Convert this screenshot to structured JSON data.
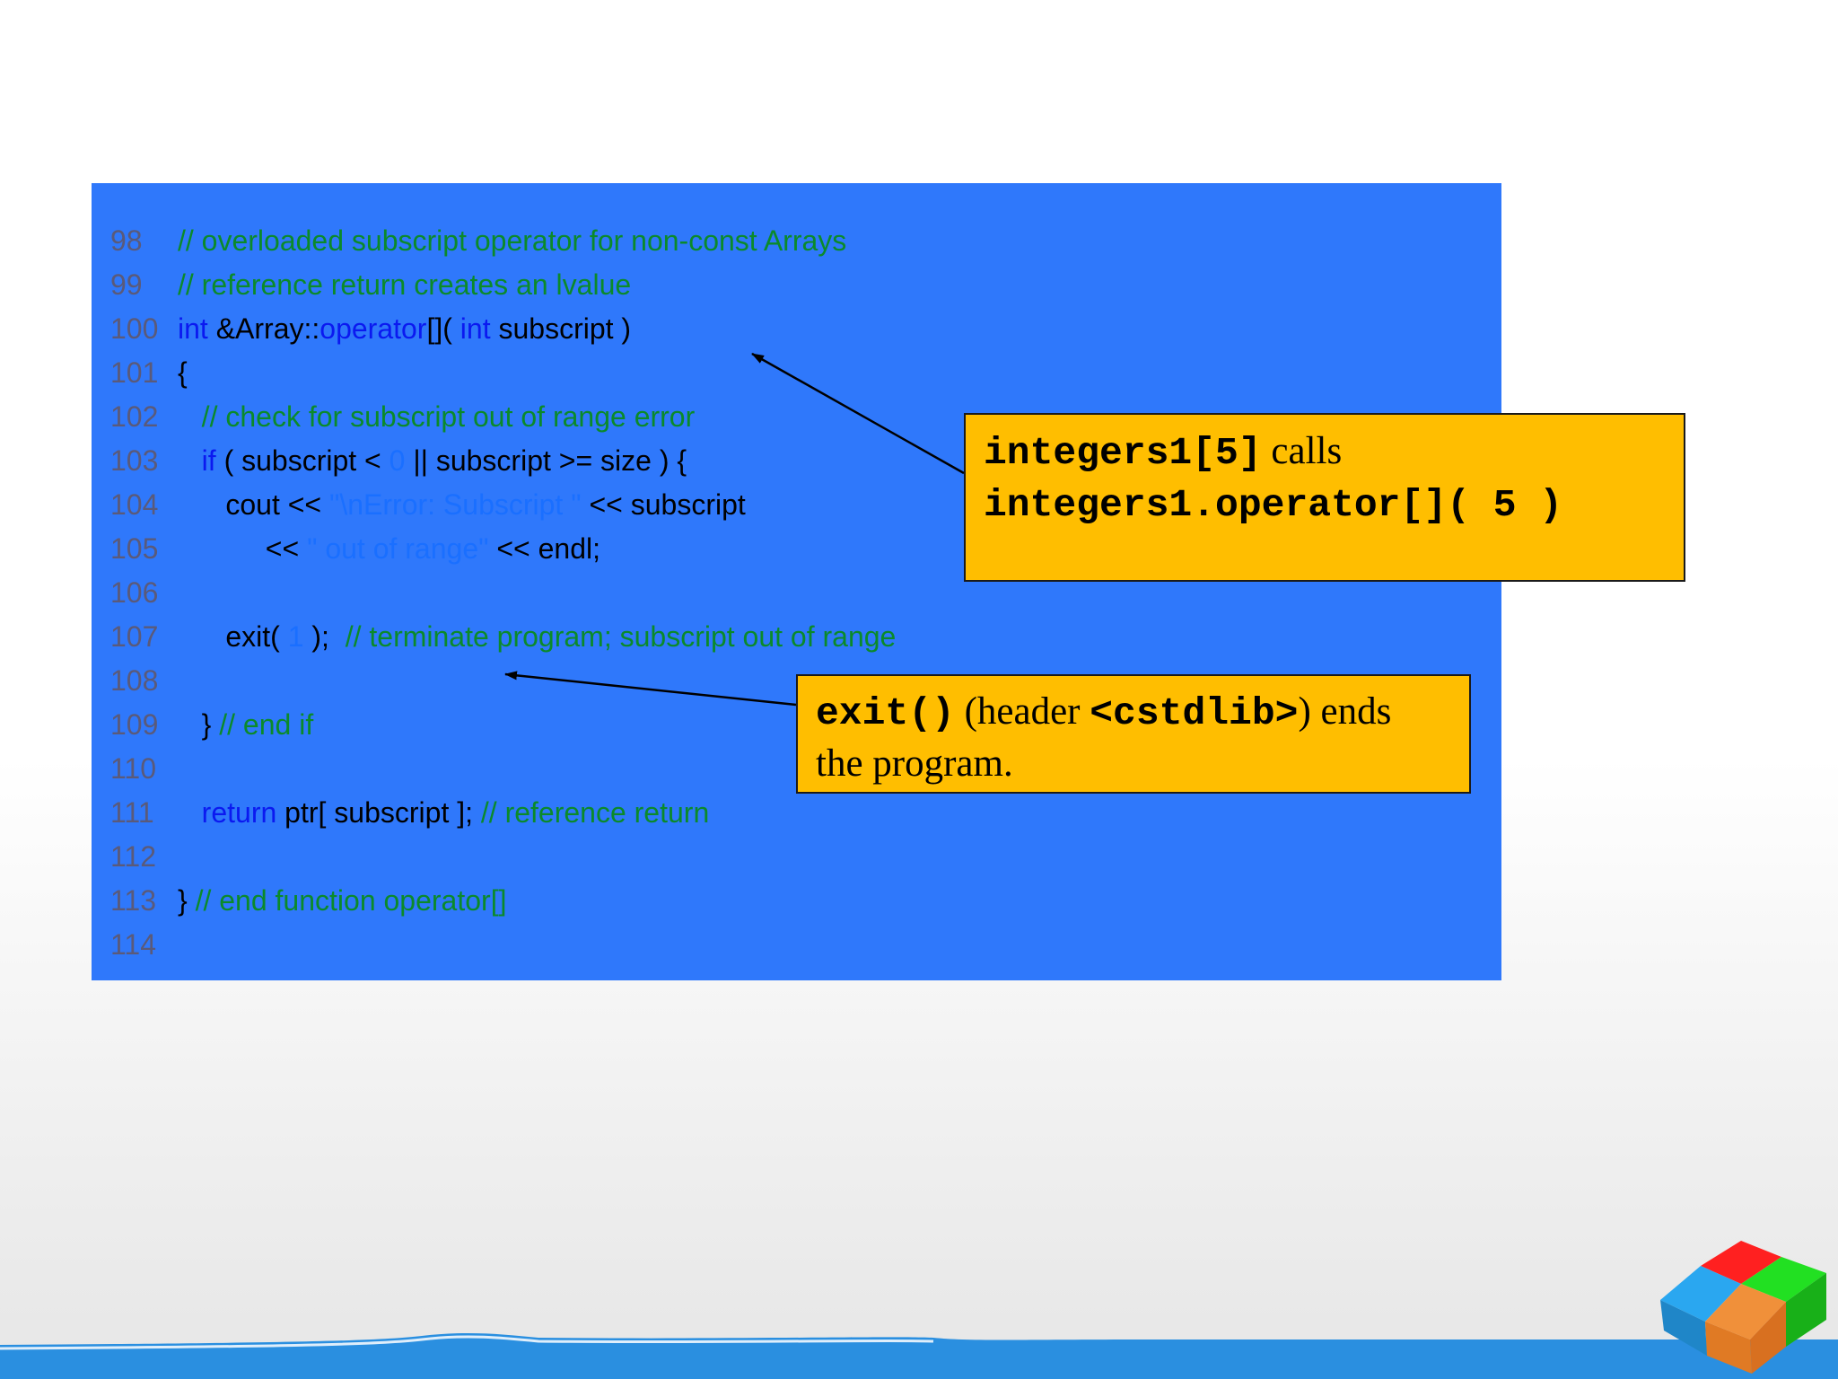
{
  "code": {
    "lines": [
      {
        "num": "98",
        "segments": [
          {
            "t": "// overloaded subscript operator for non-const Arrays",
            "k": "comment"
          }
        ]
      },
      {
        "num": "99",
        "segments": [
          {
            "t": "// reference return creates an lvalue",
            "k": "comment"
          }
        ]
      },
      {
        "num": "100",
        "segments": [
          {
            "t": "int",
            "k": "kw"
          },
          {
            "t": " &Array::",
            "k": "plain"
          },
          {
            "t": "operator",
            "k": "kw"
          },
          {
            "t": "[]( ",
            "k": "plain"
          },
          {
            "t": "int",
            "k": "kw"
          },
          {
            "t": " subscript )",
            "k": "plain"
          }
        ]
      },
      {
        "num": "101",
        "segments": [
          {
            "t": "{",
            "k": "plain"
          }
        ]
      },
      {
        "num": "102",
        "segments": [
          {
            "t": "   // check for subscript out of range error",
            "k": "comment"
          }
        ]
      },
      {
        "num": "103",
        "segments": [
          {
            "t": "   ",
            "k": "plain"
          },
          {
            "t": "if",
            "k": "kw"
          },
          {
            "t": " ( subscript < ",
            "k": "plain"
          },
          {
            "t": "0",
            "k": "num"
          },
          {
            "t": " || subscript >= size ) {",
            "k": "plain"
          }
        ]
      },
      {
        "num": "104",
        "segments": [
          {
            "t": "      cout << ",
            "k": "plain"
          },
          {
            "t": "\"\\nError: Subscript \"",
            "k": "str"
          },
          {
            "t": " << subscript",
            "k": "plain"
          }
        ]
      },
      {
        "num": "105",
        "segments": [
          {
            "t": "           << ",
            "k": "plain"
          },
          {
            "t": "\" out of range\"",
            "k": "str"
          },
          {
            "t": " << endl;",
            "k": "plain"
          }
        ]
      },
      {
        "num": "106",
        "segments": []
      },
      {
        "num": "107",
        "segments": [
          {
            "t": "      exit( ",
            "k": "plain"
          },
          {
            "t": "1",
            "k": "num"
          },
          {
            "t": " );  ",
            "k": "plain"
          },
          {
            "t": "// terminate program; subscript out of range",
            "k": "comment"
          }
        ]
      },
      {
        "num": "108",
        "segments": []
      },
      {
        "num": "109",
        "segments": [
          {
            "t": "   } ",
            "k": "plain"
          },
          {
            "t": "// end if",
            "k": "comment"
          }
        ]
      },
      {
        "num": "110",
        "segments": []
      },
      {
        "num": "111",
        "segments": [
          {
            "t": "   ",
            "k": "plain"
          },
          {
            "t": "return",
            "k": "kw"
          },
          {
            "t": " ptr[ subscript ]; ",
            "k": "plain"
          },
          {
            "t": "// reference return",
            "k": "comment"
          }
        ]
      },
      {
        "num": "112",
        "segments": []
      },
      {
        "num": "113",
        "segments": [
          {
            "t": "} ",
            "k": "plain"
          },
          {
            "t": "// end function operator[]",
            "k": "comment"
          }
        ]
      },
      {
        "num": "114",
        "segments": []
      }
    ]
  },
  "callout1": {
    "code1": "integers1[5]",
    "text1": " calls",
    "code2": "integers1.operator[]( 5 )"
  },
  "callout2": {
    "code1": "exit()",
    "text1": " (header ",
    "code2": "<cstdlib>",
    "text2": ") ends",
    "text3": "the program."
  },
  "colors": {
    "panel_bg": "#2f78fb",
    "callout_bg": "#ffbe00",
    "comment": "#0b8a2a",
    "keyword": "#0b19f0",
    "footer": "#2a8fe0"
  }
}
